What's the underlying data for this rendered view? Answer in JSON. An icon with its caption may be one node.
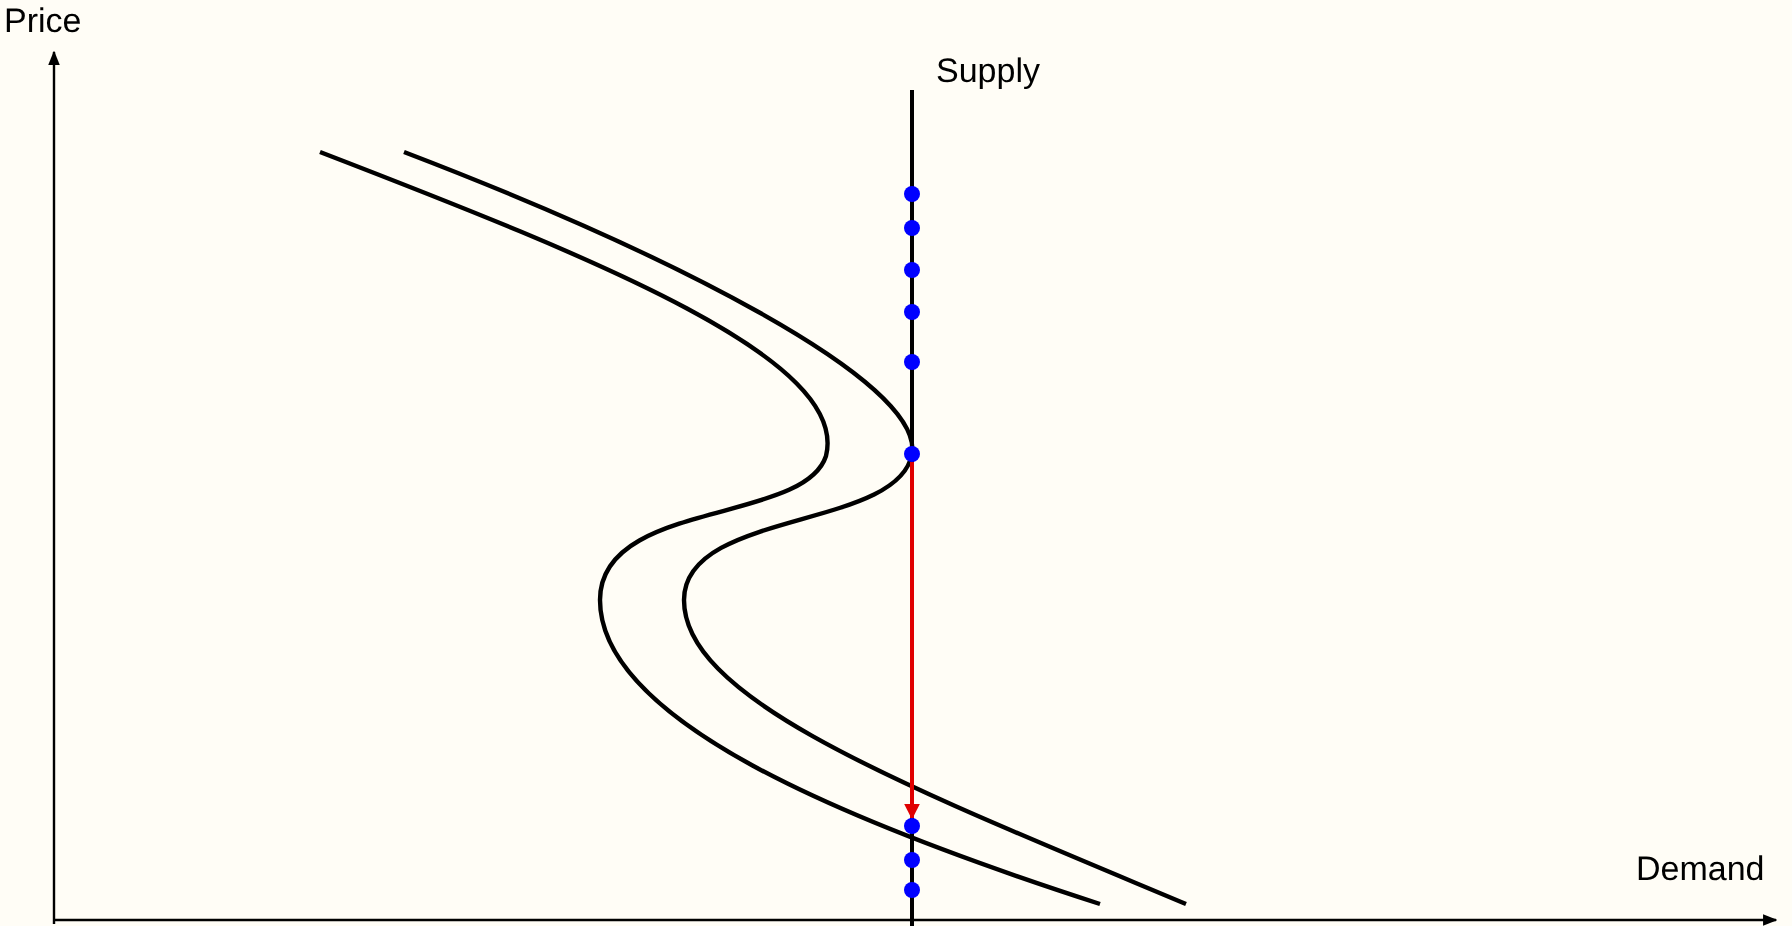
{
  "diagram": {
    "nodes": [
      {
        "text": [],
        "shape": "circle"
      },
      {
        "text": [],
        "shape": "circle"
      },
      {
        "text": [],
        "shape": "circle"
      },
      {
        "text": [],
        "shape": "circle"
      },
      {
        "text": [],
        "shape": "circle"
      },
      {
        "text": [],
        "shape": "circle"
      },
      {
        "text": [],
        "shape": "circle"
      },
      {
        "text": [],
        "shape": "circle"
      },
      {
        "text": [],
        "shape": "circle"
      }
    ],
    "edges": [
      {
        "from": 5,
        "to": 6,
        "arrow": "to",
        "color": "#e00000"
      }
    ],
    "labels": [
      "Price",
      "Supply",
      "Demand"
    ]
  }
}
